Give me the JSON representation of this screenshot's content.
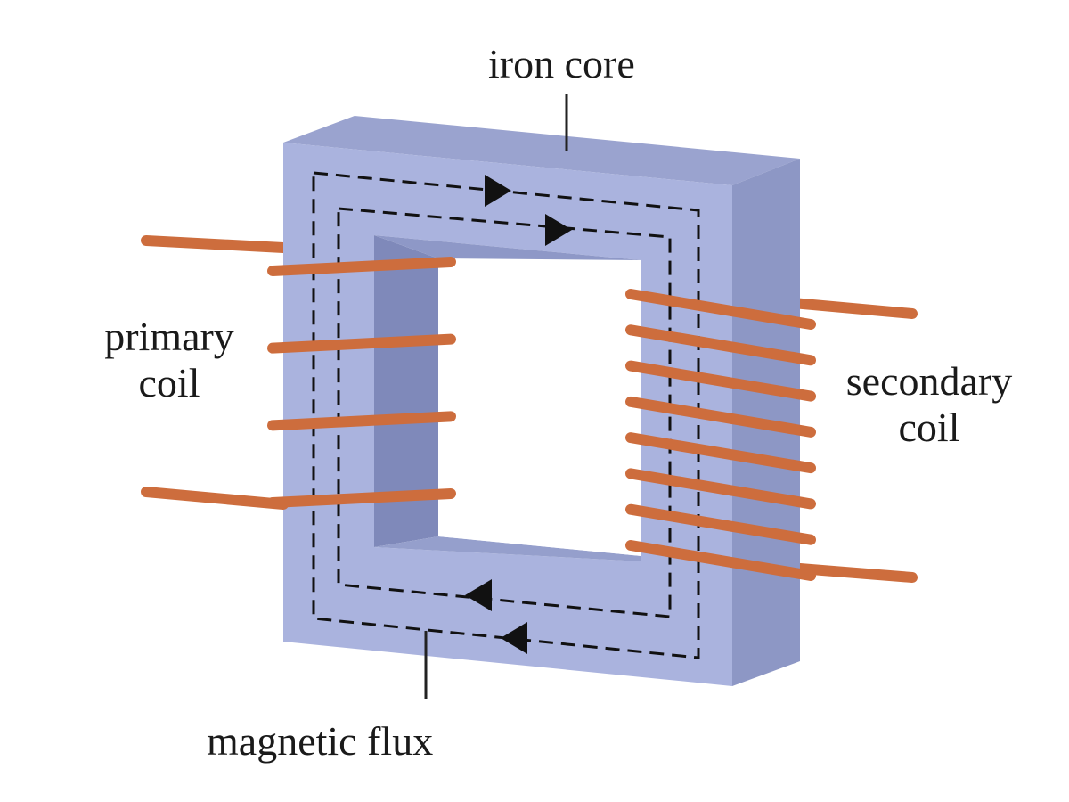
{
  "labels": {
    "iron_core": "iron core",
    "primary_coil": [
      "primary",
      "coil"
    ],
    "secondary_coil": [
      "secondary",
      "coil"
    ],
    "magnetic_flux": "magnetic flux"
  },
  "coils": {
    "primary_turns": 4,
    "secondary_turns": 8
  },
  "colors": {
    "core_front": "#a9b2dd",
    "core_top": "#9aa3cf",
    "core_side": "#8f99c6",
    "core_inner": "#808abb",
    "wire": "#cd6d3d",
    "flux_line": "#111111",
    "background": "#ffffff"
  }
}
